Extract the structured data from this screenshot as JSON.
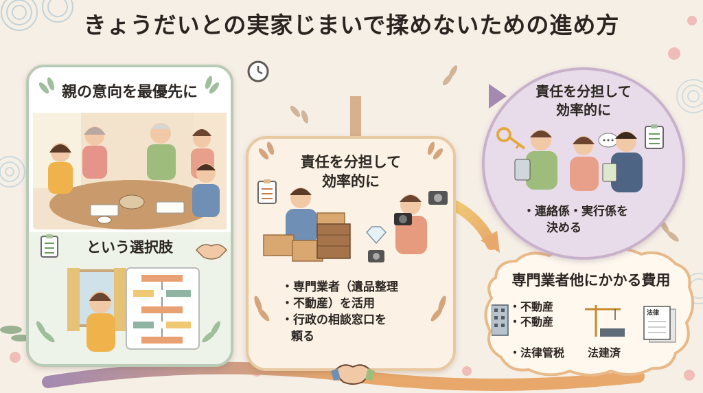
{
  "title": "きょうだいとの実家じまいで揉めないための進め方",
  "cards": {
    "left": {
      "heading": "親の意向を最優先に",
      "subheading": "という選択肢"
    },
    "middle": {
      "heading_lines": [
        "責任を分担して",
        "効率的に"
      ],
      "items": [
        "・専門業者（遺品整理",
        "・不動産）を活用",
        "・行政の相談窓口を",
        "頼る"
      ]
    },
    "circle": {
      "heading_lines": [
        "責任を分担して",
        "効率的に"
      ],
      "items": [
        "・連絡係・実行係を",
        "決める"
      ]
    },
    "costs": {
      "heading": "専門業者他にかかる費用",
      "items": [
        "・不動産",
        "・不動産",
        "・法律管税",
        "法建済"
      ],
      "doc_label": "法律"
    }
  },
  "colors": {
    "left_border": "#b9cbb6",
    "middle_border": "#e8c9a3",
    "circle_fill": "#e9dcea",
    "arrow_purple": "#a48ab0",
    "arrow_orange": "#e8a86c"
  }
}
